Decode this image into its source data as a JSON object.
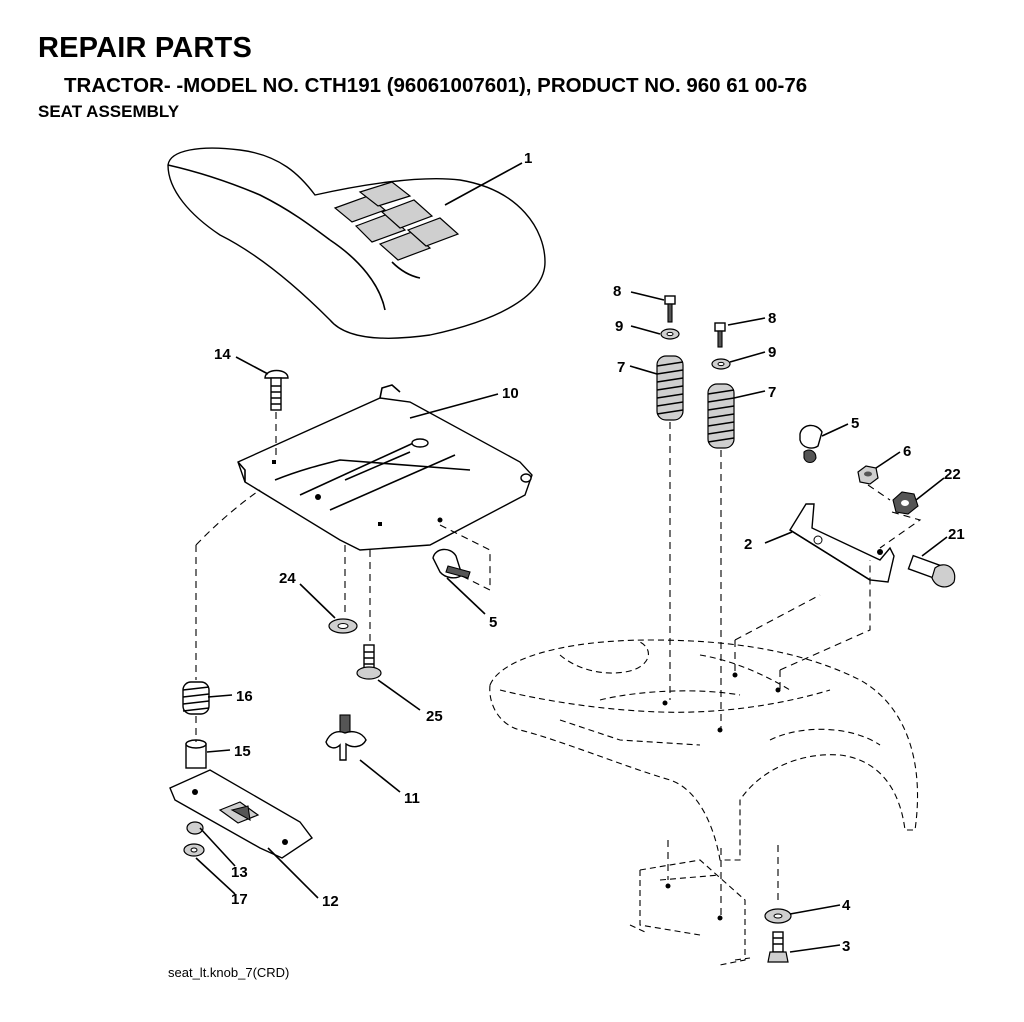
{
  "header": {
    "title": "REPAIR PARTS",
    "subtitle": "TRACTOR- -MODEL NO. CTH191 (96061007601), PRODUCT NO. 960 61 00-76",
    "section": "SEAT ASSEMBLY"
  },
  "footer": {
    "code": "seat_lt.knob_7(CRD)"
  },
  "callouts": [
    {
      "id": "c1",
      "text": "1",
      "part": "seat"
    },
    {
      "id": "c2",
      "text": "2",
      "part": "bracket"
    },
    {
      "id": "c3",
      "text": "3",
      "part": "bolt"
    },
    {
      "id": "c4",
      "text": "4",
      "part": "washer"
    },
    {
      "id": "c5a",
      "text": "5",
      "part": "clip"
    },
    {
      "id": "c5b",
      "text": "5",
      "part": "clip"
    },
    {
      "id": "c6",
      "text": "6",
      "part": "nut"
    },
    {
      "id": "c7a",
      "text": "7",
      "part": "spring"
    },
    {
      "id": "c7b",
      "text": "7",
      "part": "spring"
    },
    {
      "id": "c8a",
      "text": "8",
      "part": "bolt"
    },
    {
      "id": "c8b",
      "text": "8",
      "part": "bolt"
    },
    {
      "id": "c9a",
      "text": "9",
      "part": "washer"
    },
    {
      "id": "c9b",
      "text": "9",
      "part": "washer"
    },
    {
      "id": "c10",
      "text": "10",
      "part": "seat-pan"
    },
    {
      "id": "c11",
      "text": "11",
      "part": "knob"
    },
    {
      "id": "c12",
      "text": "12",
      "part": "slide-plate"
    },
    {
      "id": "c13",
      "text": "13",
      "part": "nut"
    },
    {
      "id": "c14",
      "text": "14",
      "part": "carriage-bolt"
    },
    {
      "id": "c15",
      "text": "15",
      "part": "spacer"
    },
    {
      "id": "c16",
      "text": "16",
      "part": "spring"
    },
    {
      "id": "c17",
      "text": "17",
      "part": "washer"
    },
    {
      "id": "c21",
      "text": "21",
      "part": "bolt"
    },
    {
      "id": "c22",
      "text": "22",
      "part": "nut"
    },
    {
      "id": "c24",
      "text": "24",
      "part": "washer"
    },
    {
      "id": "c25",
      "text": "25",
      "part": "bolt"
    }
  ]
}
